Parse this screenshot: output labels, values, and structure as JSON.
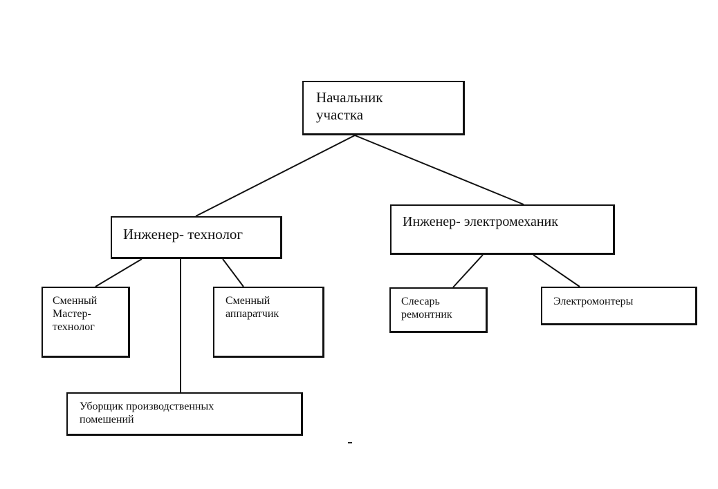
{
  "diagram": {
    "nodes": [
      {
        "id": "root",
        "label": "Начальник\nучастка"
      },
      {
        "id": "tech",
        "label": "Инженер- технолог"
      },
      {
        "id": "emech",
        "label": "Инженер- электромеханик"
      },
      {
        "id": "m1",
        "label": "Сменный\nМастер-\nтехнолог"
      },
      {
        "id": "m2",
        "label": "Сменный\nаппаратчик"
      },
      {
        "id": "m3",
        "label": "Слесарь\nремонтник"
      },
      {
        "id": "m4",
        "label": "Электромонтеры"
      },
      {
        "id": "m5",
        "label": "Уборщик производственных\nпомешений"
      }
    ],
    "edges": [
      {
        "from": "root",
        "to": "tech"
      },
      {
        "from": "root",
        "to": "emech"
      },
      {
        "from": "tech",
        "to": "m1"
      },
      {
        "from": "tech",
        "to": "m2"
      },
      {
        "from": "tech",
        "to": "m5"
      },
      {
        "from": "emech",
        "to": "m3"
      },
      {
        "from": "emech",
        "to": "m4"
      }
    ],
    "line_color": "#111111"
  }
}
